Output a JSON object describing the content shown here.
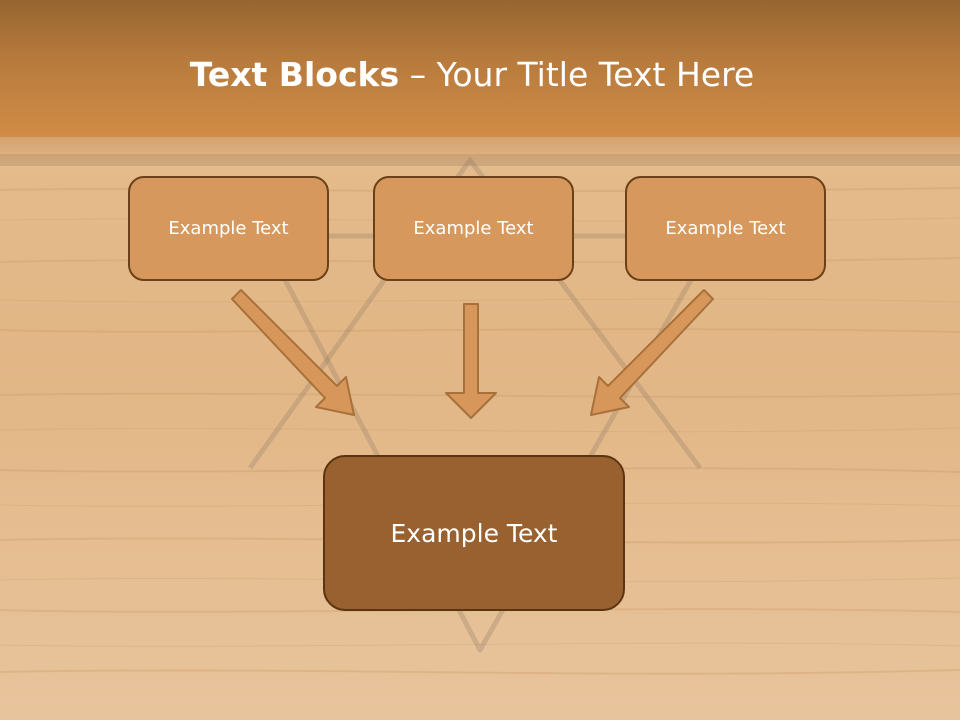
{
  "title": {
    "bold": "Text Blocks",
    "separator": "–",
    "rest": "Your Title Text Here"
  },
  "boxes": {
    "top_left": "Example Text",
    "top_center": "Example Text",
    "top_right": "Example Text",
    "main": "Example Text"
  },
  "colors": {
    "header": "#c98843",
    "box_fill": "#d6985c",
    "box_border": "#6b4119",
    "main_fill": "#98612f",
    "arrow_fill": "#d8975a",
    "arrow_stroke": "#a8703a",
    "background": "#e2b889"
  }
}
